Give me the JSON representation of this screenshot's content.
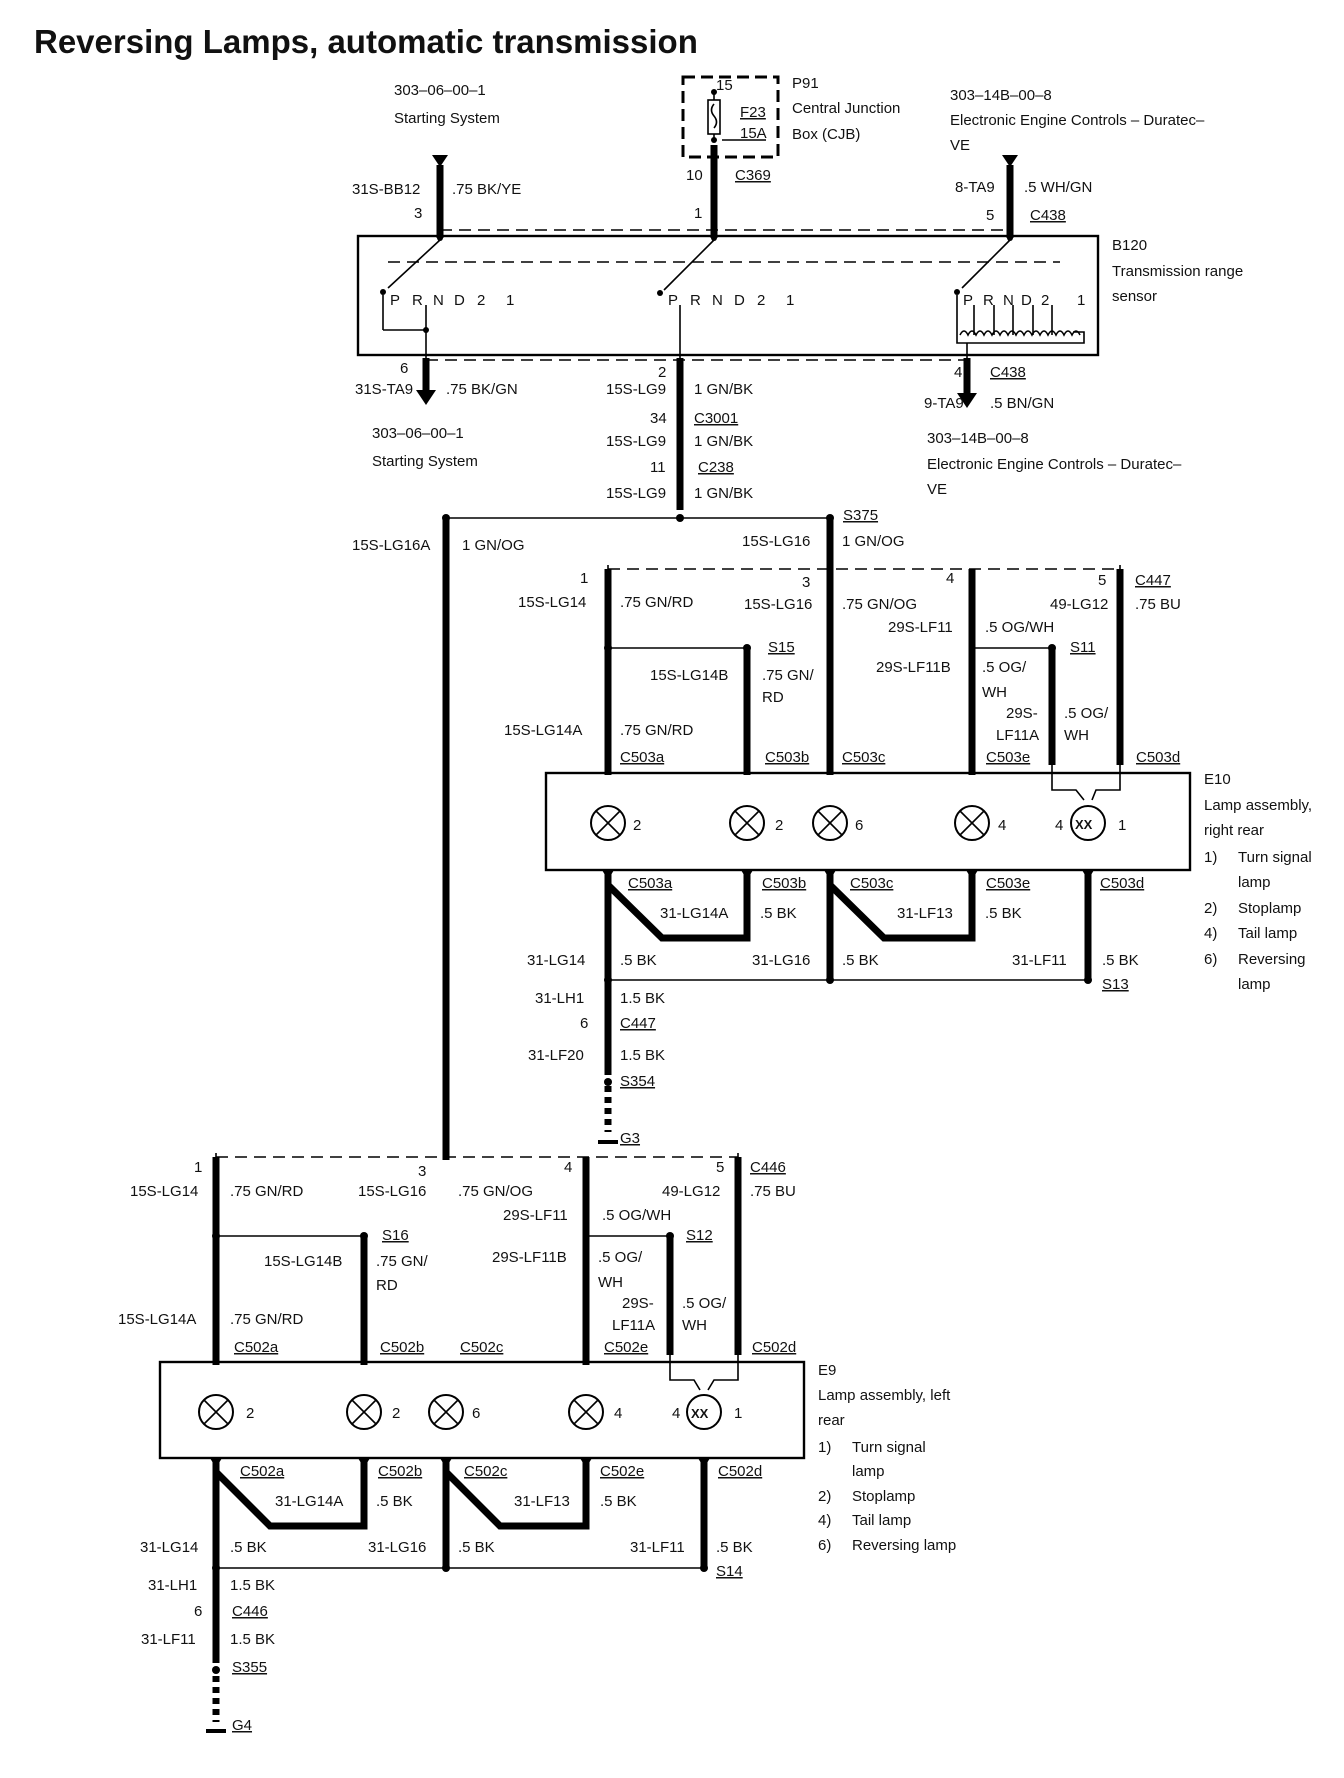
{
  "title": "Reversing Lamps, automatic transmission",
  "refs": {
    "starting_top": {
      "code": "303–06–00–1",
      "name": "Starting System"
    },
    "cjb": {
      "id": "P91",
      "line1": "Central Junction",
      "line2": "Box (CJB)",
      "pin": "15",
      "fuse": "F23",
      "rating": "15A",
      "pin_out": "10",
      "connector": "C369"
    },
    "eec_top": {
      "code": "303–14B–00–8",
      "line1": "Electronic Engine Controls – Duratec–",
      "line2": "VE"
    },
    "starting_bottom": {
      "code": "303–06–00–1",
      "name": "Starting System"
    },
    "eec_bottom": {
      "code": "303–14B–00–8",
      "line1": "Electronic Engine Controls – Duratec–",
      "line2": "VE"
    }
  },
  "trs": {
    "id": "B120",
    "line1": "Transmission range",
    "line2": "sensor",
    "pins": [
      "P",
      "R",
      "N",
      "D",
      "2",
      "1"
    ],
    "in": [
      {
        "circuit": "31S-BB12",
        "wire": ".75 BK/YE",
        "pin": "3"
      },
      {
        "pin": "1"
      },
      {
        "circuit": "8-TA9",
        "wire": ".5 WH/GN",
        "pin": "5",
        "connector": "C438"
      }
    ],
    "out": [
      {
        "pin": "6",
        "circuit": "31S-TA9",
        "wire": ".75 BK/GN"
      },
      {
        "pin": "2",
        "circuit": "15S-LG9",
        "wire": "1 GN/BK"
      },
      {
        "pin": "4",
        "connector": "C438",
        "circuit": "9-TA9",
        "wire": ".5 BN/GN"
      }
    ]
  },
  "feed": {
    "c3001": {
      "pin": "34",
      "connector": "C3001",
      "circuit": "15S-LG9",
      "wire": "1 GN/BK"
    },
    "c238": {
      "pin": "11",
      "connector": "C238"
    },
    "after": {
      "circuit": "15S-LG9",
      "wire": "1 GN/BK"
    },
    "splice": "S375",
    "left_branch": {
      "circuit": "15S-LG16A",
      "wire": "1 GN/OG"
    },
    "right_branch": {
      "circuit": "15S-LG16",
      "wire": "1 GN/OG"
    }
  },
  "right": {
    "connector": "C447",
    "pins": [
      "1",
      "3",
      "4",
      "5"
    ],
    "w1": {
      "circuit": "15S-LG14",
      "wire": ".75 GN/RD"
    },
    "w3": {
      "circuit": "15S-LG16",
      "wire": ".75 GN/OG"
    },
    "w4": {
      "circuit": "29S-LF11",
      "wire": ".5 OG/WH"
    },
    "w5": {
      "circuit": "49-LG12",
      "wire": ".75 BU"
    },
    "s15": "S15",
    "w14b": {
      "circuit": "15S-LG14B",
      "wire1": ".75 GN/",
      "wire2": "RD"
    },
    "w14a": {
      "circuit": "15S-LG14A",
      "wire": ".75 GN/RD"
    },
    "s11": "S11",
    "w11b": {
      "circuit": "29S-LF11B",
      "wire1": ".5 OG/",
      "wire2": "WH"
    },
    "w11a": {
      "circuit1": "29S-",
      "circuit2": "LF11A",
      "wire1": ".5 OG/",
      "wire2": "WH"
    },
    "conn_in": [
      "C503a",
      "C503b",
      "C503c",
      "C503e",
      "C503d"
    ],
    "lamp": {
      "id": "E10",
      "line1": "Lamp assembly,",
      "line2": "right rear",
      "nums": [
        "2",
        "2",
        "6",
        "4",
        "4",
        "1"
      ]
    },
    "conn_out": [
      "C503a",
      "C503b",
      "C503c",
      "C503e",
      "C503d"
    ],
    "g1": {
      "circuit": "31-LG14A",
      "wire": ".5 BK"
    },
    "g2": {
      "circuit": "31-LF13",
      "wire": ".5 BK"
    },
    "g3": {
      "circuit": "31-LG14",
      "wire": ".5 BK"
    },
    "g4": {
      "circuit": "31-LG16",
      "wire": ".5 BK"
    },
    "g5": {
      "circuit": "31-LF11",
      "wire": ".5 BK"
    },
    "s13": "S13",
    "lh1": {
      "circuit": "31-LH1",
      "wire": "1.5 BK"
    },
    "c447": {
      "pin": "6",
      "connector": "C447"
    },
    "lf20": {
      "circuit": "31-LF20",
      "wire": "1.5 BK"
    },
    "s354": "S354",
    "ground": "G3",
    "legend": [
      {
        "n": "1)",
        "a": "Turn signal",
        "b": "lamp"
      },
      {
        "n": "2)",
        "a": "Stoplamp",
        "b": ""
      },
      {
        "n": "4)",
        "a": "Tail lamp",
        "b": ""
      },
      {
        "n": "6)",
        "a": "Reversing",
        "b": "lamp"
      }
    ]
  },
  "left": {
    "connector": "C446",
    "pins": [
      "1",
      "3",
      "4",
      "5"
    ],
    "w1": {
      "circuit": "15S-LG14",
      "wire": ".75 GN/RD"
    },
    "w3": {
      "circuit": "15S-LG16",
      "wire": ".75 GN/OG"
    },
    "w4": {
      "circuit": "29S-LF11",
      "wire": ".5 OG/WH"
    },
    "w5": {
      "circuit": "49-LG12",
      "wire": ".75 BU"
    },
    "s16": "S16",
    "w14b": {
      "circuit": "15S-LG14B",
      "wire1": ".75 GN/",
      "wire2": "RD"
    },
    "w14a": {
      "circuit": "15S-LG14A",
      "wire": ".75 GN/RD"
    },
    "s12": "S12",
    "w11b": {
      "circuit": "29S-LF11B",
      "wire1": ".5 OG/",
      "wire2": "WH"
    },
    "w11a": {
      "circuit1": "29S-",
      "circuit2": "LF11A",
      "wire1": ".5 OG/",
      "wire2": "WH"
    },
    "conn_in": [
      "C502a",
      "C502b",
      "C502c",
      "C502e",
      "C502d"
    ],
    "lamp": {
      "id": "E9",
      "line1": "Lamp assembly, left",
      "line2": "rear",
      "nums": [
        "2",
        "2",
        "6",
        "4",
        "4",
        "1"
      ]
    },
    "conn_out": [
      "C502a",
      "C502b",
      "C502c",
      "C502e",
      "C502d"
    ],
    "g1": {
      "circuit": "31-LG14A",
      "wire": ".5 BK"
    },
    "g2": {
      "circuit": "31-LF13",
      "wire": ".5 BK"
    },
    "g3": {
      "circuit": "31-LG14",
      "wire": ".5 BK"
    },
    "g4": {
      "circuit": "31-LG16",
      "wire": ".5 BK"
    },
    "g5": {
      "circuit": "31-LF11",
      "wire": ".5 BK"
    },
    "s14": "S14",
    "lh1": {
      "circuit": "31-LH1",
      "wire": "1.5 BK"
    },
    "c446": {
      "pin": "6",
      "connector": "C446"
    },
    "lf11": {
      "circuit": "31-LF11",
      "wire": "1.5 BK"
    },
    "s355": "S355",
    "ground": "G4",
    "legend": [
      {
        "n": "1)",
        "a": "Turn signal",
        "b": "lamp"
      },
      {
        "n": "2)",
        "a": "Stoplamp",
        "b": ""
      },
      {
        "n": "4)",
        "a": "Tail lamp",
        "b": ""
      },
      {
        "n": "6)",
        "a": "Reversing lamp",
        "b": ""
      }
    ]
  }
}
